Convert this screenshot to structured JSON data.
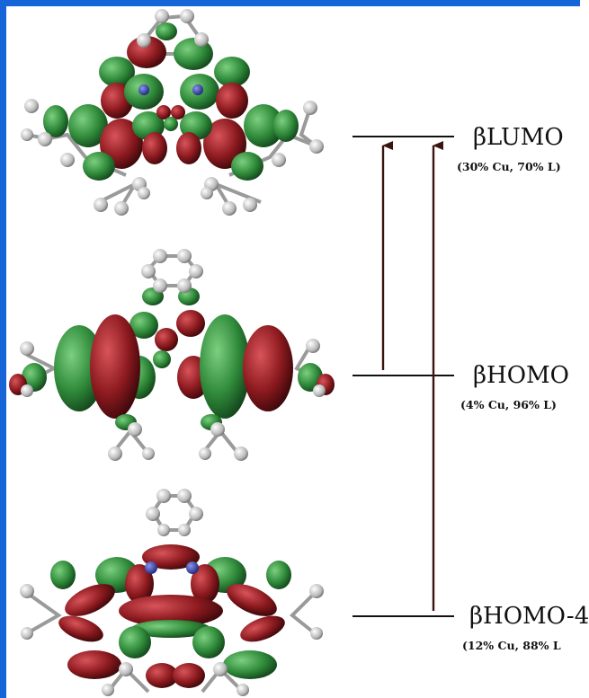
{
  "levels": [
    {
      "name": "βLUMO",
      "composition": "(30% Cu, 70% L)"
    },
    {
      "name": "βHOMO",
      "composition": "(4% Cu, 96% L)"
    },
    {
      "name": "βHOMO-4",
      "composition": "(12% Cu, 88% L"
    }
  ],
  "colors": {
    "frame": "#1565d8",
    "orbital_positive": "#2f8a3a",
    "orbital_negative": "#8c1a1f",
    "atom": "#c8c8c8",
    "nitrogen": "#3848b8",
    "line": "#111111",
    "arrow": "#3a1510"
  },
  "transitions": [
    {
      "from": "βHOMO",
      "to": "βLUMO"
    },
    {
      "from": "βHOMO-4",
      "to": "βLUMO"
    }
  ]
}
